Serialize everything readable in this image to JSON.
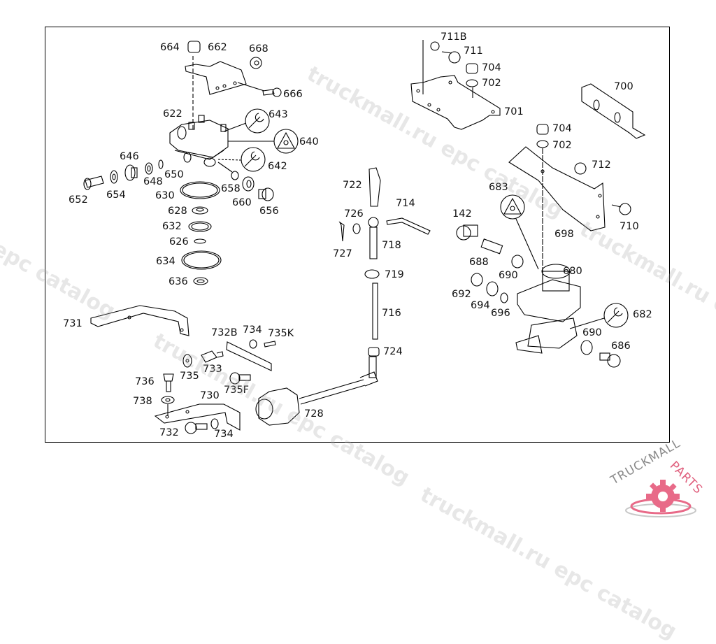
{
  "diagram": {
    "title": "Brake valve / trailer control valve mounting parts diagram",
    "labels": [
      {
        "id": "664",
        "text": "664"
      },
      {
        "id": "662",
        "text": "662"
      },
      {
        "id": "668",
        "text": "668"
      },
      {
        "id": "666",
        "text": "666"
      },
      {
        "id": "622",
        "text": "622"
      },
      {
        "id": "643",
        "text": "643"
      },
      {
        "id": "640",
        "text": "640"
      },
      {
        "id": "642",
        "text": "642"
      },
      {
        "id": "646",
        "text": "646"
      },
      {
        "id": "648",
        "text": "648"
      },
      {
        "id": "650",
        "text": "650"
      },
      {
        "id": "652",
        "text": "652"
      },
      {
        "id": "654",
        "text": "654"
      },
      {
        "id": "630",
        "text": "630"
      },
      {
        "id": "658",
        "text": "658"
      },
      {
        "id": "660",
        "text": "660"
      },
      {
        "id": "656",
        "text": "656"
      },
      {
        "id": "628",
        "text": "628"
      },
      {
        "id": "632",
        "text": "632"
      },
      {
        "id": "626",
        "text": "626"
      },
      {
        "id": "634",
        "text": "634"
      },
      {
        "id": "636",
        "text": "636"
      },
      {
        "id": "731",
        "text": "731"
      },
      {
        "id": "732B",
        "text": "732B"
      },
      {
        "id": "734a",
        "text": "734"
      },
      {
        "id": "735K",
        "text": "735K"
      },
      {
        "id": "735",
        "text": "735"
      },
      {
        "id": "733",
        "text": "733"
      },
      {
        "id": "736",
        "text": "736"
      },
      {
        "id": "735F",
        "text": "735F"
      },
      {
        "id": "738",
        "text": "738"
      },
      {
        "id": "730",
        "text": "730"
      },
      {
        "id": "732",
        "text": "732"
      },
      {
        "id": "734b",
        "text": "734"
      },
      {
        "id": "728",
        "text": "728"
      },
      {
        "id": "722",
        "text": "722"
      },
      {
        "id": "714",
        "text": "714"
      },
      {
        "id": "726",
        "text": "726"
      },
      {
        "id": "727",
        "text": "727"
      },
      {
        "id": "718",
        "text": "718"
      },
      {
        "id": "719",
        "text": "719"
      },
      {
        "id": "716",
        "text": "716"
      },
      {
        "id": "724",
        "text": "724"
      },
      {
        "id": "711B",
        "text": "711B"
      },
      {
        "id": "711",
        "text": "711"
      },
      {
        "id": "704a",
        "text": "704"
      },
      {
        "id": "702a",
        "text": "702"
      },
      {
        "id": "701",
        "text": "701"
      },
      {
        "id": "700",
        "text": "700"
      },
      {
        "id": "704b",
        "text": "704"
      },
      {
        "id": "702b",
        "text": "702"
      },
      {
        "id": "712",
        "text": "712"
      },
      {
        "id": "683",
        "text": "683"
      },
      {
        "id": "142",
        "text": "142"
      },
      {
        "id": "710",
        "text": "710"
      },
      {
        "id": "698",
        "text": "698"
      },
      {
        "id": "688",
        "text": "688"
      },
      {
        "id": "690a",
        "text": "690"
      },
      {
        "id": "680",
        "text": "680"
      },
      {
        "id": "692",
        "text": "692"
      },
      {
        "id": "694",
        "text": "694"
      },
      {
        "id": "696",
        "text": "696"
      },
      {
        "id": "682",
        "text": "682"
      },
      {
        "id": "690b",
        "text": "690"
      },
      {
        "id": "686",
        "text": "686"
      }
    ]
  },
  "watermark": {
    "text_a": "truckmall.ru epc catalog",
    "text_b": "epc catalog",
    "text_c": "truckmall.ru epc catalog"
  },
  "logo": {
    "brand_first": "TRUCKMALL",
    "brand_second": "PARTS",
    "colors": {
      "first": "#8a8a8a",
      "second": "#e0607e",
      "gear": "#e86a88"
    }
  }
}
